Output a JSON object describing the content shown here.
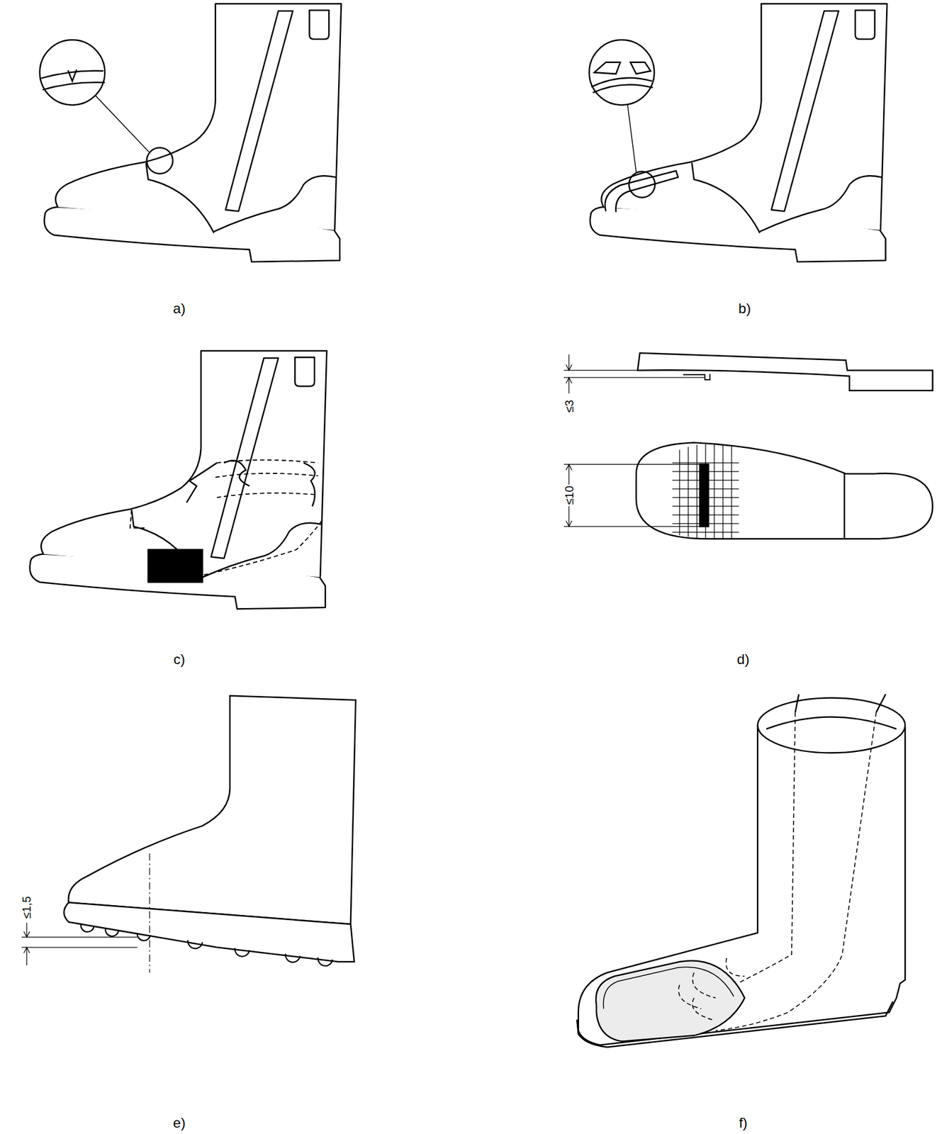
{
  "diagram": {
    "labels": [
      "a)",
      "b)",
      "c)",
      "d)",
      "e)",
      "f)",
      "≤3",
      "≤10",
      "≤1,5"
    ]
  }
}
